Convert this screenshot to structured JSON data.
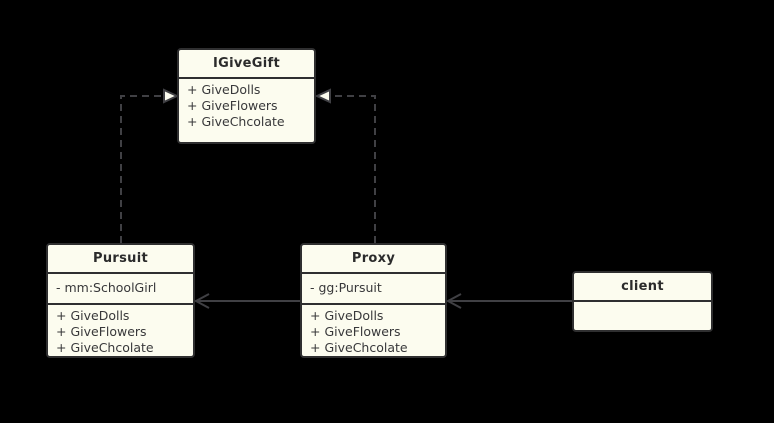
{
  "canvas": {
    "background": "#000000",
    "box_fill": "#fcfcef",
    "box_border": "#2f2f30",
    "line_color": "#404044",
    "text_color": "#38383a"
  },
  "classes": [
    {
      "name": "IGiveGift",
      "attributes": [],
      "methods": [
        "+ GiveDolls",
        "+ GiveFlowers",
        "+ GiveChcolate"
      ]
    },
    {
      "name": "Pursuit",
      "attributes": [
        "- mm:SchoolGirl"
      ],
      "methods": [
        "+ GiveDolls",
        "+ GiveFlowers",
        "+ GiveChcolate"
      ]
    },
    {
      "name": "Proxy",
      "attributes": [
        "- gg:Pursuit"
      ],
      "methods": [
        "+ GiveDolls",
        "+ GiveFlowers",
        "+ GiveChcolate"
      ]
    },
    {
      "name": "client",
      "attributes": [],
      "methods": []
    }
  ],
  "relations": [
    {
      "from": "Pursuit",
      "to": "IGiveGift",
      "type": "realization",
      "line": "dashed",
      "arrowhead": "hollow-triangle"
    },
    {
      "from": "Proxy",
      "to": "IGiveGift",
      "type": "realization",
      "line": "dashed",
      "arrowhead": "hollow-triangle"
    },
    {
      "from": "Proxy",
      "to": "Pursuit",
      "type": "association",
      "line": "solid",
      "arrowhead": "open"
    },
    {
      "from": "client",
      "to": "Proxy",
      "type": "association",
      "line": "solid",
      "arrowhead": "open"
    }
  ]
}
